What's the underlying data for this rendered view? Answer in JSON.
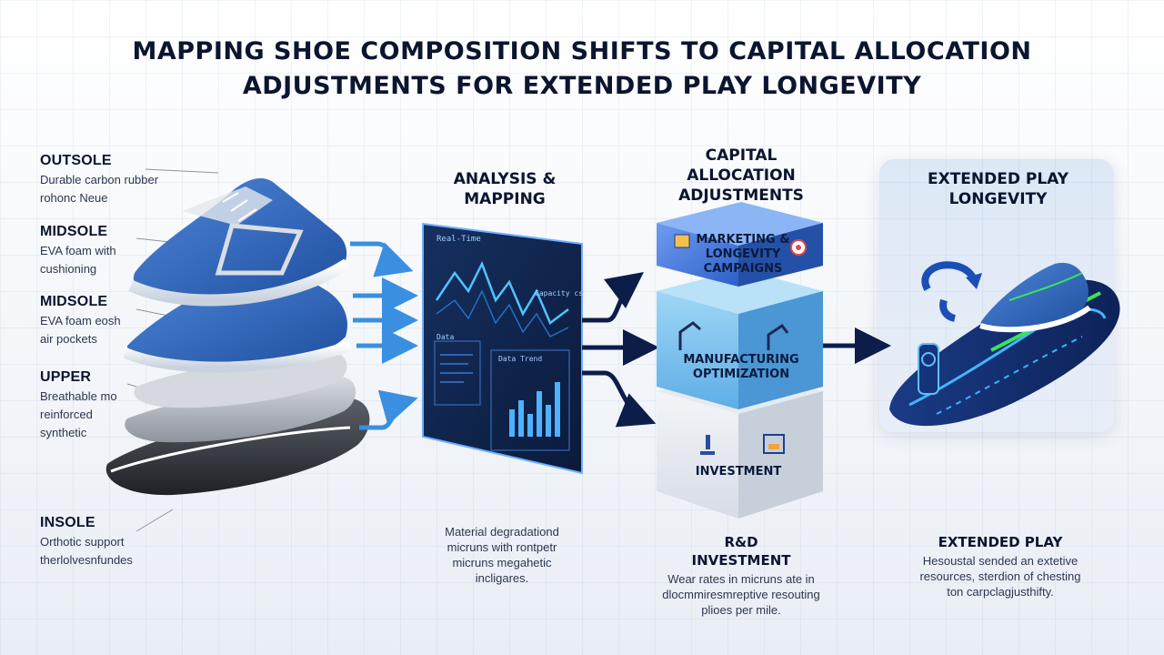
{
  "title": {
    "line1": "MAPPING SHOE COMPOSITION SHIFTS TO CAPITAL ALLOCATION",
    "line2": "ADJUSTMENTS FOR EXTENDED PLAY LONGEVITY"
  },
  "layers": [
    {
      "name": "OUTSOLE",
      "desc1": "Durable carbon rubber",
      "desc2": "rohonc Neue"
    },
    {
      "name": "MIDSOLE",
      "desc1": "EVA foam with",
      "desc2": "cushioning"
    },
    {
      "name": "MIDSOLE",
      "desc1": "EVA foam eosh",
      "desc2": "air pockets"
    },
    {
      "name": "UPPER",
      "desc1": "Breathable mo",
      "desc2": "reinforced",
      "desc3": "synthetic"
    },
    {
      "name": "INSOLE",
      "desc1": "Orthotic support",
      "desc2": "therlolvesnfundes"
    }
  ],
  "analysis": {
    "title1": "ANALYSIS &",
    "title2": "MAPPING",
    "screen_label": "Real-Time",
    "screen_label2": "Capacity cs",
    "screen_label3": "Data",
    "screen_label4": "Data Trend",
    "caption1": "Material degradationd",
    "caption2": "micruns with rontpetr",
    "caption3": "micruns megahetic",
    "caption4": "incligares."
  },
  "capital": {
    "title1": "CAPITAL",
    "title2": "ALLOCATION",
    "title3": "ADJUSTMENTS",
    "tier1a": "MARKETING &",
    "tier1b": "LONGEVITY",
    "tier1c": "CAMPAIGNS",
    "tier2a": "MANUFACTURING",
    "tier2b": "OPTIMIZATION",
    "tier3": "INVESTMENT",
    "sub_h1": "R&D",
    "sub_h2": "INVESTMENT",
    "caption1": "Wear rates in micruns ate in",
    "caption2": "dlocmmiresmreptive resouting",
    "caption3": "plioes per mile."
  },
  "extended": {
    "title1": "EXTENDED PLAY",
    "title2": "LONGEVITY",
    "sub_h": "EXTENDED PLAY",
    "caption1": "Hesoustal sended an extetive",
    "caption2": "resources, sterdion of chesting",
    "caption3": "ton carpclagjusthifty."
  },
  "colors": {
    "navy": "#0c1d4a",
    "blue": "#2f66c4",
    "accent_green": "#3be35a",
    "cyan": "#3ab4ff"
  },
  "icons": [
    "shoe-layer-stack",
    "data-screen",
    "cube-stack",
    "treadmill-platform",
    "cycle-arrow-icon",
    "target-icon",
    "robot-arm-icon",
    "microscope-icon",
    "printer-icon"
  ]
}
